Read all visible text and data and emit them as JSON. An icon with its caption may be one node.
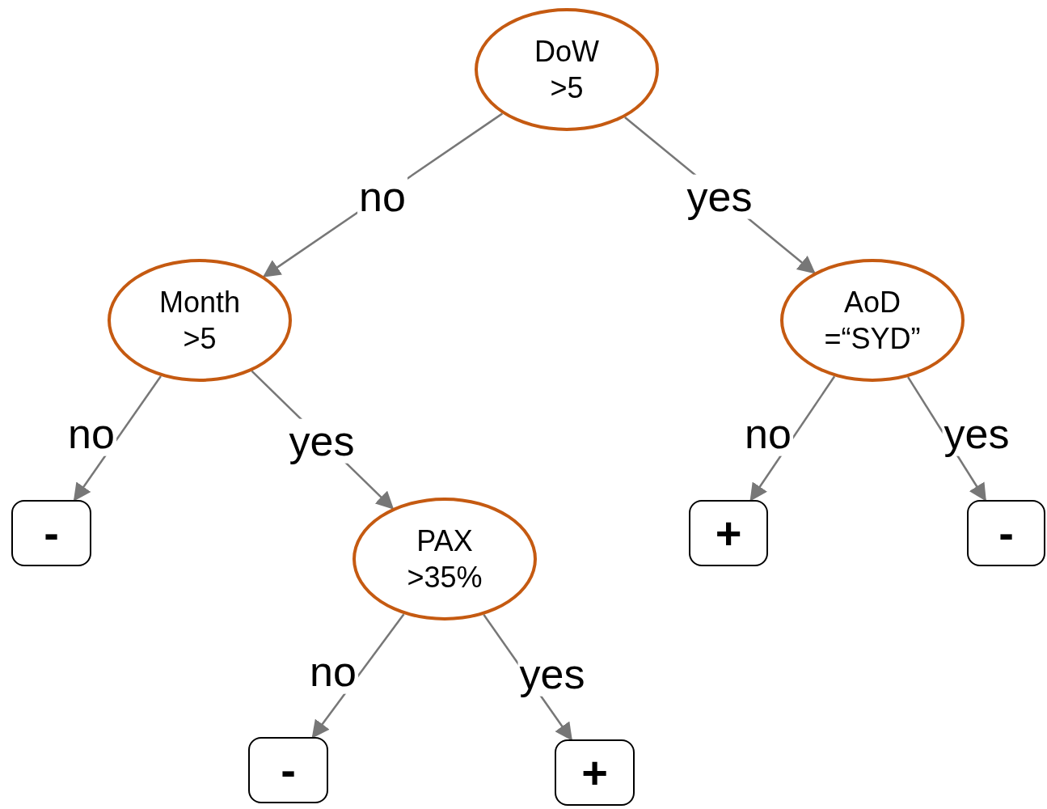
{
  "diagram": {
    "nodes": [
      {
        "text": [
          "DoW >5"
        ]
      },
      {
        "text": [
          "Month >5"
        ]
      },
      {
        "text": [
          "AoD =“SYD”"
        ]
      },
      {
        "text": [
          "-"
        ]
      },
      {
        "text": [
          "PAX >35%"
        ]
      },
      {
        "text": [
          "+"
        ]
      },
      {
        "text": [
          "-"
        ]
      },
      {
        "text": [
          "-"
        ]
      },
      {
        "text": [
          "+"
        ]
      }
    ],
    "edges": [
      {
        "from": 0,
        "to": 1,
        "arrow": "to",
        "label": "no"
      },
      {
        "from": 0,
        "to": 2,
        "arrow": "to",
        "label": "yes"
      },
      {
        "from": 1,
        "to": 3,
        "arrow": "to",
        "label": "no"
      },
      {
        "from": 1,
        "to": 4,
        "arrow": "to",
        "label": "yes"
      },
      {
        "from": 2,
        "to": 5,
        "arrow": "to",
        "label": "no"
      },
      {
        "from": 2,
        "to": 6,
        "arrow": "to",
        "label": "yes"
      },
      {
        "from": 4,
        "to": 7,
        "arrow": "to",
        "label": "no"
      },
      {
        "from": 4,
        "to": 8,
        "arrow": "to",
        "label": "yes"
      }
    ]
  }
}
